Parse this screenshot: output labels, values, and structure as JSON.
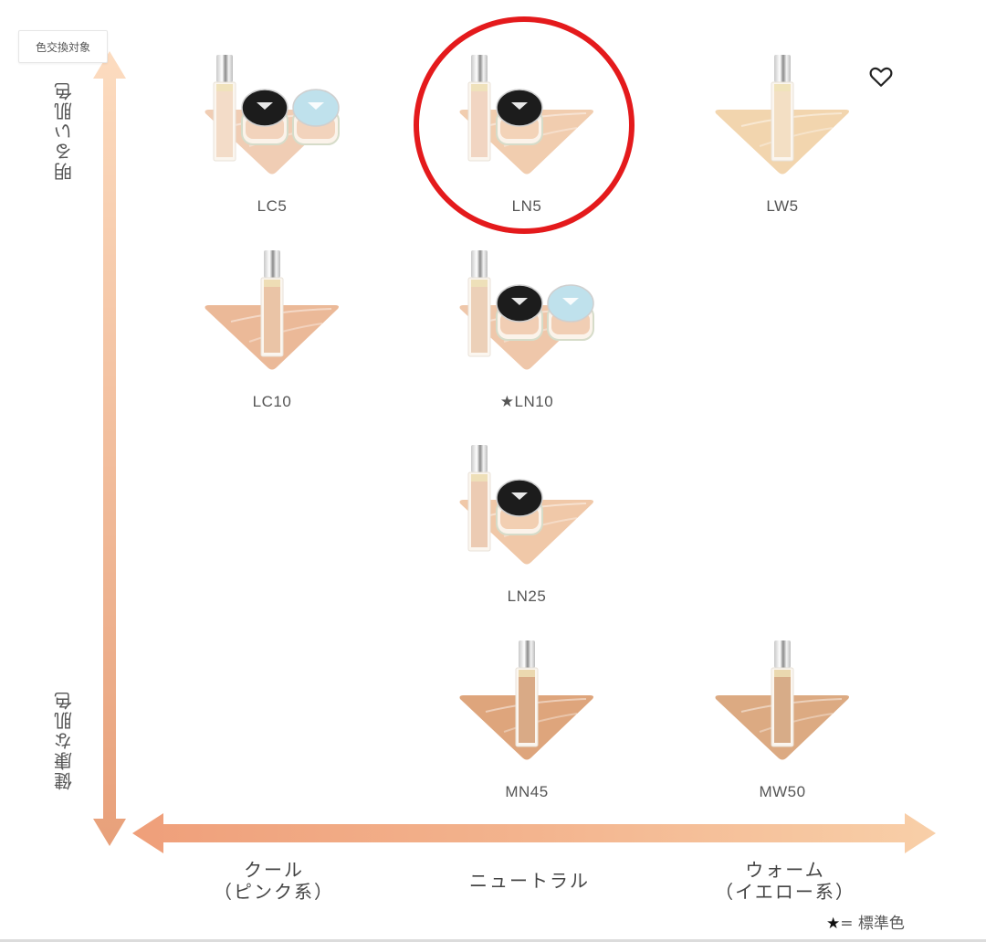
{
  "badge": {
    "label": "色交換対象"
  },
  "favorite": {
    "icon": "heart-outline-icon"
  },
  "axes": {
    "y_top_label": "明るい肌色",
    "y_bottom_label": "健康な肌色",
    "x_left_label_line1": "クール",
    "x_left_label_line2": "（ピンク系）",
    "x_center_label": "ニュートラル",
    "x_right_label_line1": "ウォーム",
    "x_right_label_line2": "（イエロー系）"
  },
  "legend": {
    "star": "★",
    "text": "= 標準色"
  },
  "highlight": {
    "target": "LN5",
    "color": "#e41a1c"
  },
  "colors": {
    "arrow_light": "#fbd9bd",
    "arrow_dark": "#e9a27c",
    "label_text": "#555555"
  },
  "products": [
    {
      "name": "LC5",
      "label": "LC5",
      "col": "cool",
      "row": 1,
      "tone": "#f0cdb4",
      "bottle": "#f3dcc8",
      "items": [
        "foundation",
        "powder-black",
        "powder-blue"
      ],
      "standard": false
    },
    {
      "name": "LN5",
      "label": "LN5",
      "col": "neutral",
      "row": 1,
      "tone": "#f1cdaf",
      "bottle": "#f1d5c2",
      "items": [
        "foundation",
        "powder-black"
      ],
      "standard": false
    },
    {
      "name": "LW5",
      "label": "LW5",
      "col": "warm",
      "row": 1,
      "tone": "#f2d5ae",
      "bottle": "#f3dfc4",
      "items": [
        "foundation"
      ],
      "standard": false
    },
    {
      "name": "LC10",
      "label": "LC10",
      "col": "cool",
      "row": 2,
      "tone": "#ebb998",
      "bottle": "#eac4a6",
      "items": [
        "foundation"
      ],
      "standard": false
    },
    {
      "name": "LN10",
      "label": "★LN10",
      "col": "neutral",
      "row": 2,
      "tone": "#efc7aa",
      "bottle": "#ecd0b8",
      "items": [
        "foundation",
        "powder-black",
        "powder-blue"
      ],
      "standard": true
    },
    {
      "name": "LN25",
      "label": "LN25",
      "col": "neutral",
      "row": 3,
      "tone": "#f0c8a8",
      "bottle": "#eccbb3",
      "items": [
        "foundation",
        "powder-black"
      ],
      "standard": false
    },
    {
      "name": "MN45",
      "label": "MN45",
      "col": "neutral",
      "row": 4,
      "tone": "#dea57c",
      "bottle": "#d9aa86",
      "items": [
        "foundation"
      ],
      "standard": false
    },
    {
      "name": "MW50",
      "label": "MW50",
      "col": "warm",
      "row": 4,
      "tone": "#dcaa82",
      "bottle": "#d7ac88",
      "items": [
        "foundation"
      ],
      "standard": false
    }
  ]
}
